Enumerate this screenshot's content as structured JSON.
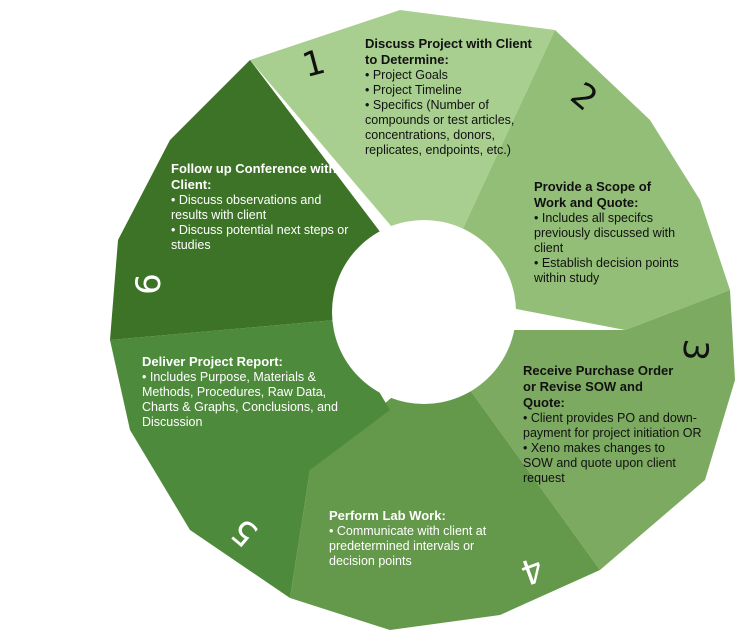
{
  "colors": {
    "seg1": "#a9cf90",
    "seg2": "#93be77",
    "seg3": "#7daa61",
    "seg4": "#64984a",
    "seg5": "#4e8a3c",
    "seg6": "#3d7326",
    "center": "#ffffff"
  },
  "steps": [
    {
      "number": "1",
      "title": "Discuss Project with Client to Determine:",
      "bullets": [
        "• Project Goals",
        "• Project Timeline",
        "• Specifics (Number of compounds or test articles, concentrations, donors, replicates, endpoints, etc.)"
      ]
    },
    {
      "number": "2",
      "title": "Provide a Scope of Work and Quote:",
      "bullets": [
        "• Includes all specifcs previously discussed with client",
        "• Establish decision points within study"
      ]
    },
    {
      "number": "3",
      "title": "Receive Purchase Order or Revise SOW and Quote:",
      "bullets": [
        "• Client provides PO and down-payment for project initiation OR",
        "• Xeno makes changes to SOW and quote upon client request"
      ]
    },
    {
      "number": "4",
      "title": "Perform Lab Work:",
      "bullets": [
        "• Communicate with client at predetermined intervals or decision points"
      ]
    },
    {
      "number": "5",
      "title": "Deliver Project Report:",
      "bullets": [
        "• Includes Purpose, Materials & Methods, Procedures, Raw Data, Charts & Graphs, Conclusions, and Discussion"
      ]
    },
    {
      "number": "6",
      "title": "Follow up Conference with Client:",
      "bullets": [
        "• Discuss observations and results with client",
        "• Discuss potential next steps or studies"
      ]
    }
  ]
}
